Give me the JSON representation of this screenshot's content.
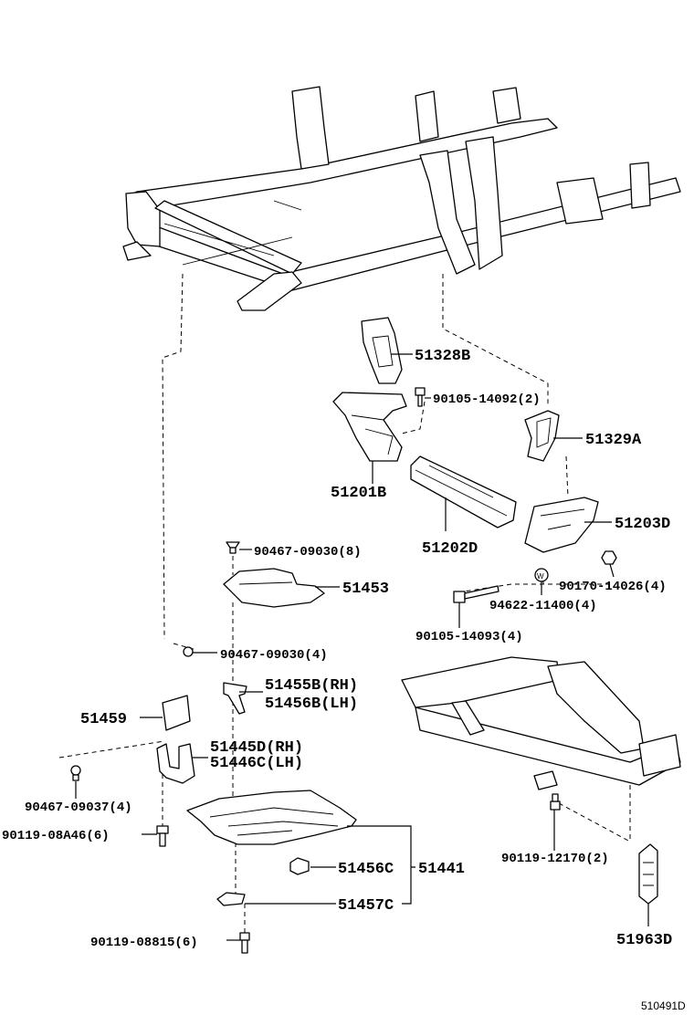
{
  "labels": {
    "p51328B": "51328B",
    "p90105_14092": "90105-14092(2)",
    "p51329A": "51329A",
    "p51201B": "51201B",
    "p51202D": "51202D",
    "p51203D": "51203D",
    "p90467_09030_8": "90467-09030(8)",
    "p51453": "51453",
    "p90170_14026": "90170-14026(4)",
    "p94622_11400": "94622-11400(4)",
    "p90105_14093": "90105-14093(4)",
    "p90467_09030_4": "90467-09030(4)",
    "p51455B": "51455B(RH)",
    "p51456B": "51456B(LH)",
    "p51459": "51459",
    "p51445D": "51445D(RH)",
    "p51446C": "51446C(LH)",
    "p90467_09037": "90467-09037(4)",
    "p90119_08A46": "90119-08A46(6)",
    "p51456C": "51456C",
    "p51441": "51441",
    "p90119_12170": "90119-12170(2)",
    "p51457C": "51457C",
    "p51963D": "51963D",
    "p90119_08815": "90119-08815(6)",
    "washer_mark": "W"
  },
  "figure_ref": "510491D"
}
